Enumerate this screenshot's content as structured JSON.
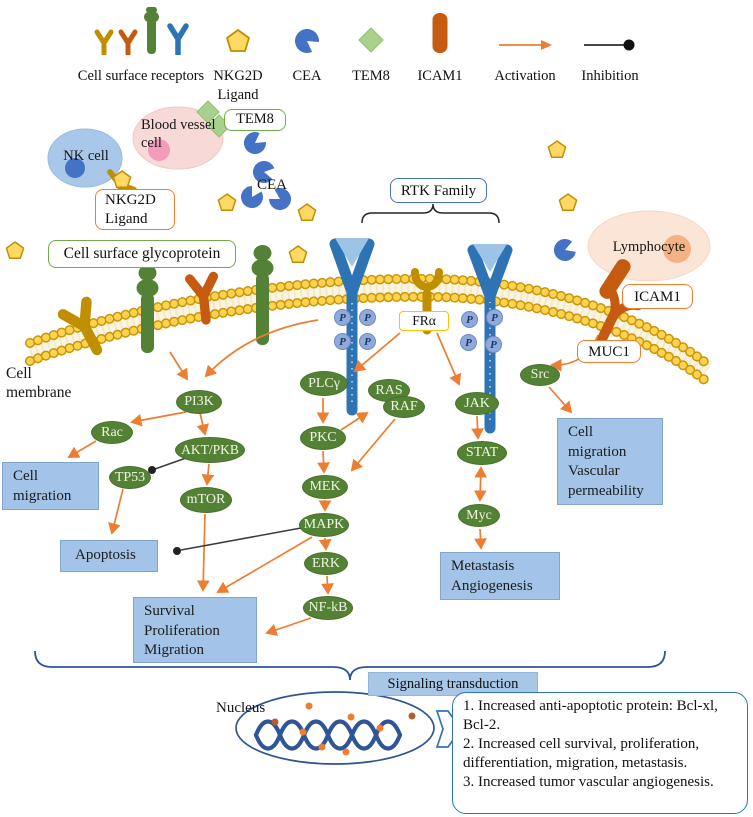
{
  "legend": {
    "items": [
      {
        "icon": "receptor-group-icon",
        "label": "Cell surface receptors"
      },
      {
        "icon": "pentagon-icon",
        "label": "NKG2D Ligand"
      },
      {
        "icon": "pacman-icon",
        "label": "CEA"
      },
      {
        "icon": "diamond-icon",
        "label": "TEM8"
      },
      {
        "icon": "rod-icon",
        "label": "ICAM1"
      },
      {
        "icon": "activation-arrow-icon",
        "label": "Activation"
      },
      {
        "icon": "inhibition-line-icon",
        "label": "Inhibition"
      }
    ]
  },
  "cells": {
    "nk_cell": "NK cell",
    "blood_vessel_cell": "Blood vessel cell",
    "lymphocyte": "Lymphocyte"
  },
  "labels": {
    "tem8": "TEM8",
    "cea": "CEA",
    "nkg2d_ligand": "NKG2D Ligand",
    "glycoprotein": "Cell surface glycoprotein",
    "rtk_family": "RTK Family",
    "fra": "FRα",
    "icam1": "ICAM1",
    "muc1": "MUC1",
    "cell_membrane": "Cell membrane",
    "nucleus": "Nucleus",
    "signaling": "Signaling transduction",
    "phospho": "P"
  },
  "nodes": {
    "pi3k": "PI3K",
    "rac": "Rac",
    "akt": "AKT/PKB",
    "tp53": "TP53",
    "mtor": "mTOR",
    "plcg": "PLCγ",
    "ras": "RAS",
    "raf": "RAF",
    "pkc": "PKC",
    "mek": "MEK",
    "mapk": "MAPK",
    "erk": "ERK",
    "nfkb": "NF-kB",
    "jak": "JAK",
    "stat": "STAT",
    "myc": "Myc",
    "src": "Src"
  },
  "outcomes": {
    "cell_migration": "Cell\nmigration",
    "apoptosis": "Apoptosis",
    "survival": "Survival\nProliferation\nMigration",
    "metastasis": "Metastasis\nAngiogenesis",
    "migration_permeability": "Cell\nmigration\nVascular\npermeability"
  },
  "results": "1. Increased anti-apoptotic protein: Bcl-xl, Bcl-2.\n2. Increased cell survival, proliferation, differentiation, migration, metastasis.\n3. Increased tumor vascular angiogenesis.",
  "colors": {
    "activation": "#ED7D31",
    "inhibition": "#3B3B3B",
    "node_green": "#548235",
    "outcome_blue": "#A3C4E8",
    "membrane_gold": "#FFD34D",
    "rtk_blue": "#2E74B5",
    "label_green": "#70AD47",
    "label_orange": "#ED7D31",
    "label_blue": "#4472C4",
    "label_gold": "#FFC000",
    "nucleus_blue": "#2F5597",
    "cea_blue": "#4472C4",
    "tem8_green": "#A9D18E",
    "ligand_yellow": "#FFD966"
  }
}
